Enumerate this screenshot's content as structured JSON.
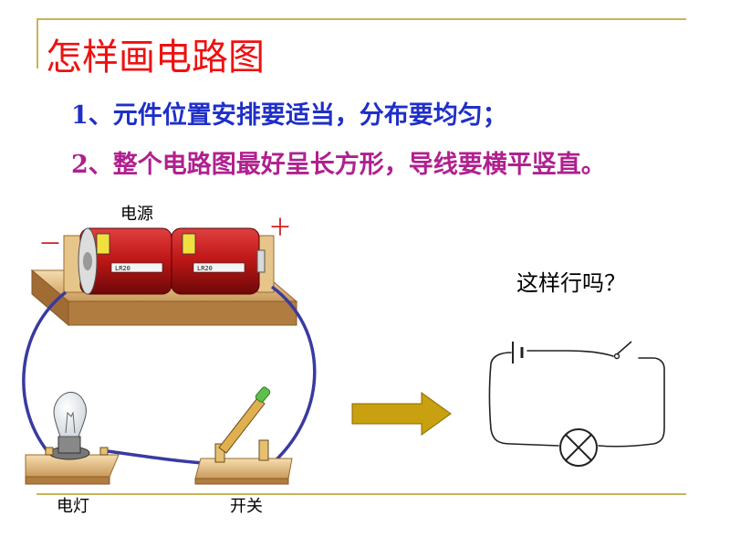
{
  "slide": {
    "title": "怎样画电路图",
    "points": [
      "1、元件位置安排要适当，分布要均匀；",
      "2、整个电路图最好呈长方形，导线要横平竖直。"
    ]
  },
  "physical_circuit": {
    "battery_label": "电源",
    "lamp_label": "电灯",
    "switch_label": "开关",
    "minus_sign": "－",
    "plus_sign": "＋",
    "cell_marking": "LR20"
  },
  "schematic": {
    "question": "这样行吗？"
  },
  "colors": {
    "title": "#ee1111",
    "point1": "#1f2fc8",
    "point2": "#b0208f",
    "wire": "#3a3aa0",
    "arrow": "#c8a010",
    "rule": "#c8b45a"
  }
}
